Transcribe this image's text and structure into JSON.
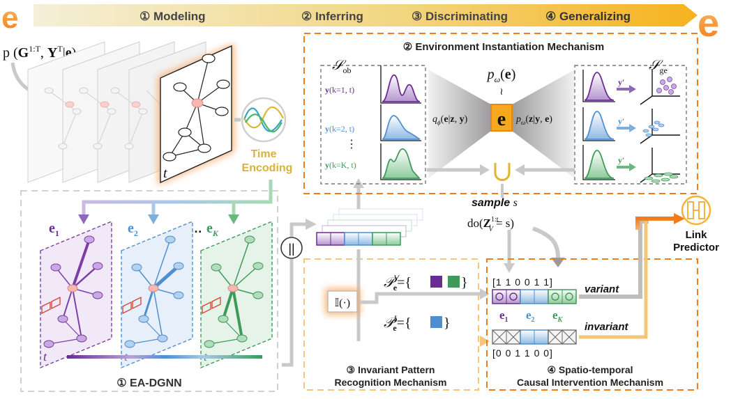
{
  "stages": [
    "① Modeling",
    "② Inferring",
    "③ Discriminating",
    "④ Generalizing"
  ],
  "logo_letter": "e",
  "joint_dist": "p (G1:T, YT|e)",
  "t": "t",
  "time_encoding": [
    "Time",
    "Encoding"
  ],
  "ea_dgnn": {
    "title": "① EA-DGNN",
    "env_labels": [
      "e1",
      "e2",
      "eK"
    ],
    "dots": "…",
    "concat": "||"
  },
  "env_inst": {
    "title": "② Environment Instantiation Mechanism",
    "s_ob": "Sob",
    "s_ge": "Sge",
    "prior": "pω(e)",
    "tilde": "≀",
    "center_e": "e",
    "q_label": "qϕ(e|z, y)",
    "p_label": "pω(z|y, e)",
    "y_rows": [
      "y(k=1, t)",
      "y(k=2, t)",
      "⋮",
      "y(k=K, t)"
    ],
    "y_prime": "y′",
    "union": "∪"
  },
  "sample": {
    "text": "sample",
    "var": "s",
    "do": "do(Z1:t V = s)"
  },
  "invariant": {
    "title": [
      "③ Invariant Pattern",
      "Recognition Mechanism"
    ],
    "indicator": "𝕀(·)",
    "pv": "PVe={",
    "pv_close": "}",
    "pi": "PIe={",
    "pi_close": "}"
  },
  "intervention": {
    "title": [
      "④ Spatio-temporal",
      "Causal Intervention Mechanism"
    ],
    "mask_top": "[1 1 0 0 1 1]",
    "mask_bottom": "[0 0 1 1 0 0]",
    "variant": "variant",
    "invariant": "invariant",
    "env_row": [
      "e1",
      "e2",
      "eK"
    ]
  },
  "link_predictor": [
    "Link",
    "Predictor"
  ],
  "colors": {
    "purple": "#6a2c91",
    "blue": "#4f8fcf",
    "green": "#3f9a5a",
    "orange": "#f07c1a",
    "gold": "#e8b43c",
    "gray": "#9a9a9a"
  }
}
